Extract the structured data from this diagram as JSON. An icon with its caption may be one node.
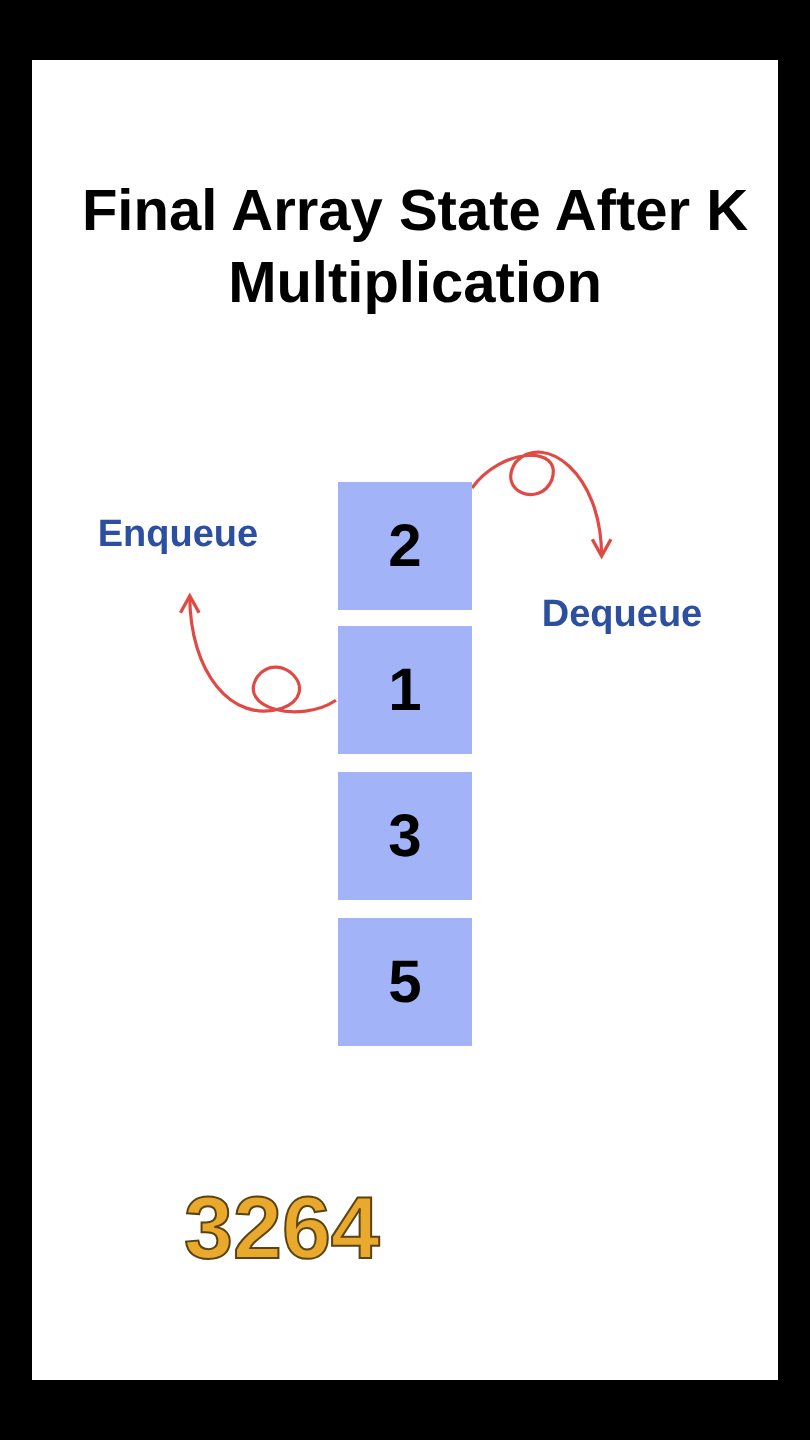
{
  "diagram": {
    "title": "Final Array State After K Multiplication",
    "nodes": [
      {
        "text": [
          "2"
        ]
      },
      {
        "text": [
          "1"
        ]
      },
      {
        "text": [
          "3"
        ]
      },
      {
        "text": [
          "5"
        ]
      },
      {
        "text": [
          "Enqueue"
        ]
      },
      {
        "text": [
          "Dequeue"
        ]
      }
    ],
    "edges": [
      {
        "from": 0,
        "to": 5,
        "arrow": "to"
      },
      {
        "from": 1,
        "to": 4,
        "arrow": "to"
      }
    ],
    "labels": [
      "3264"
    ]
  }
}
